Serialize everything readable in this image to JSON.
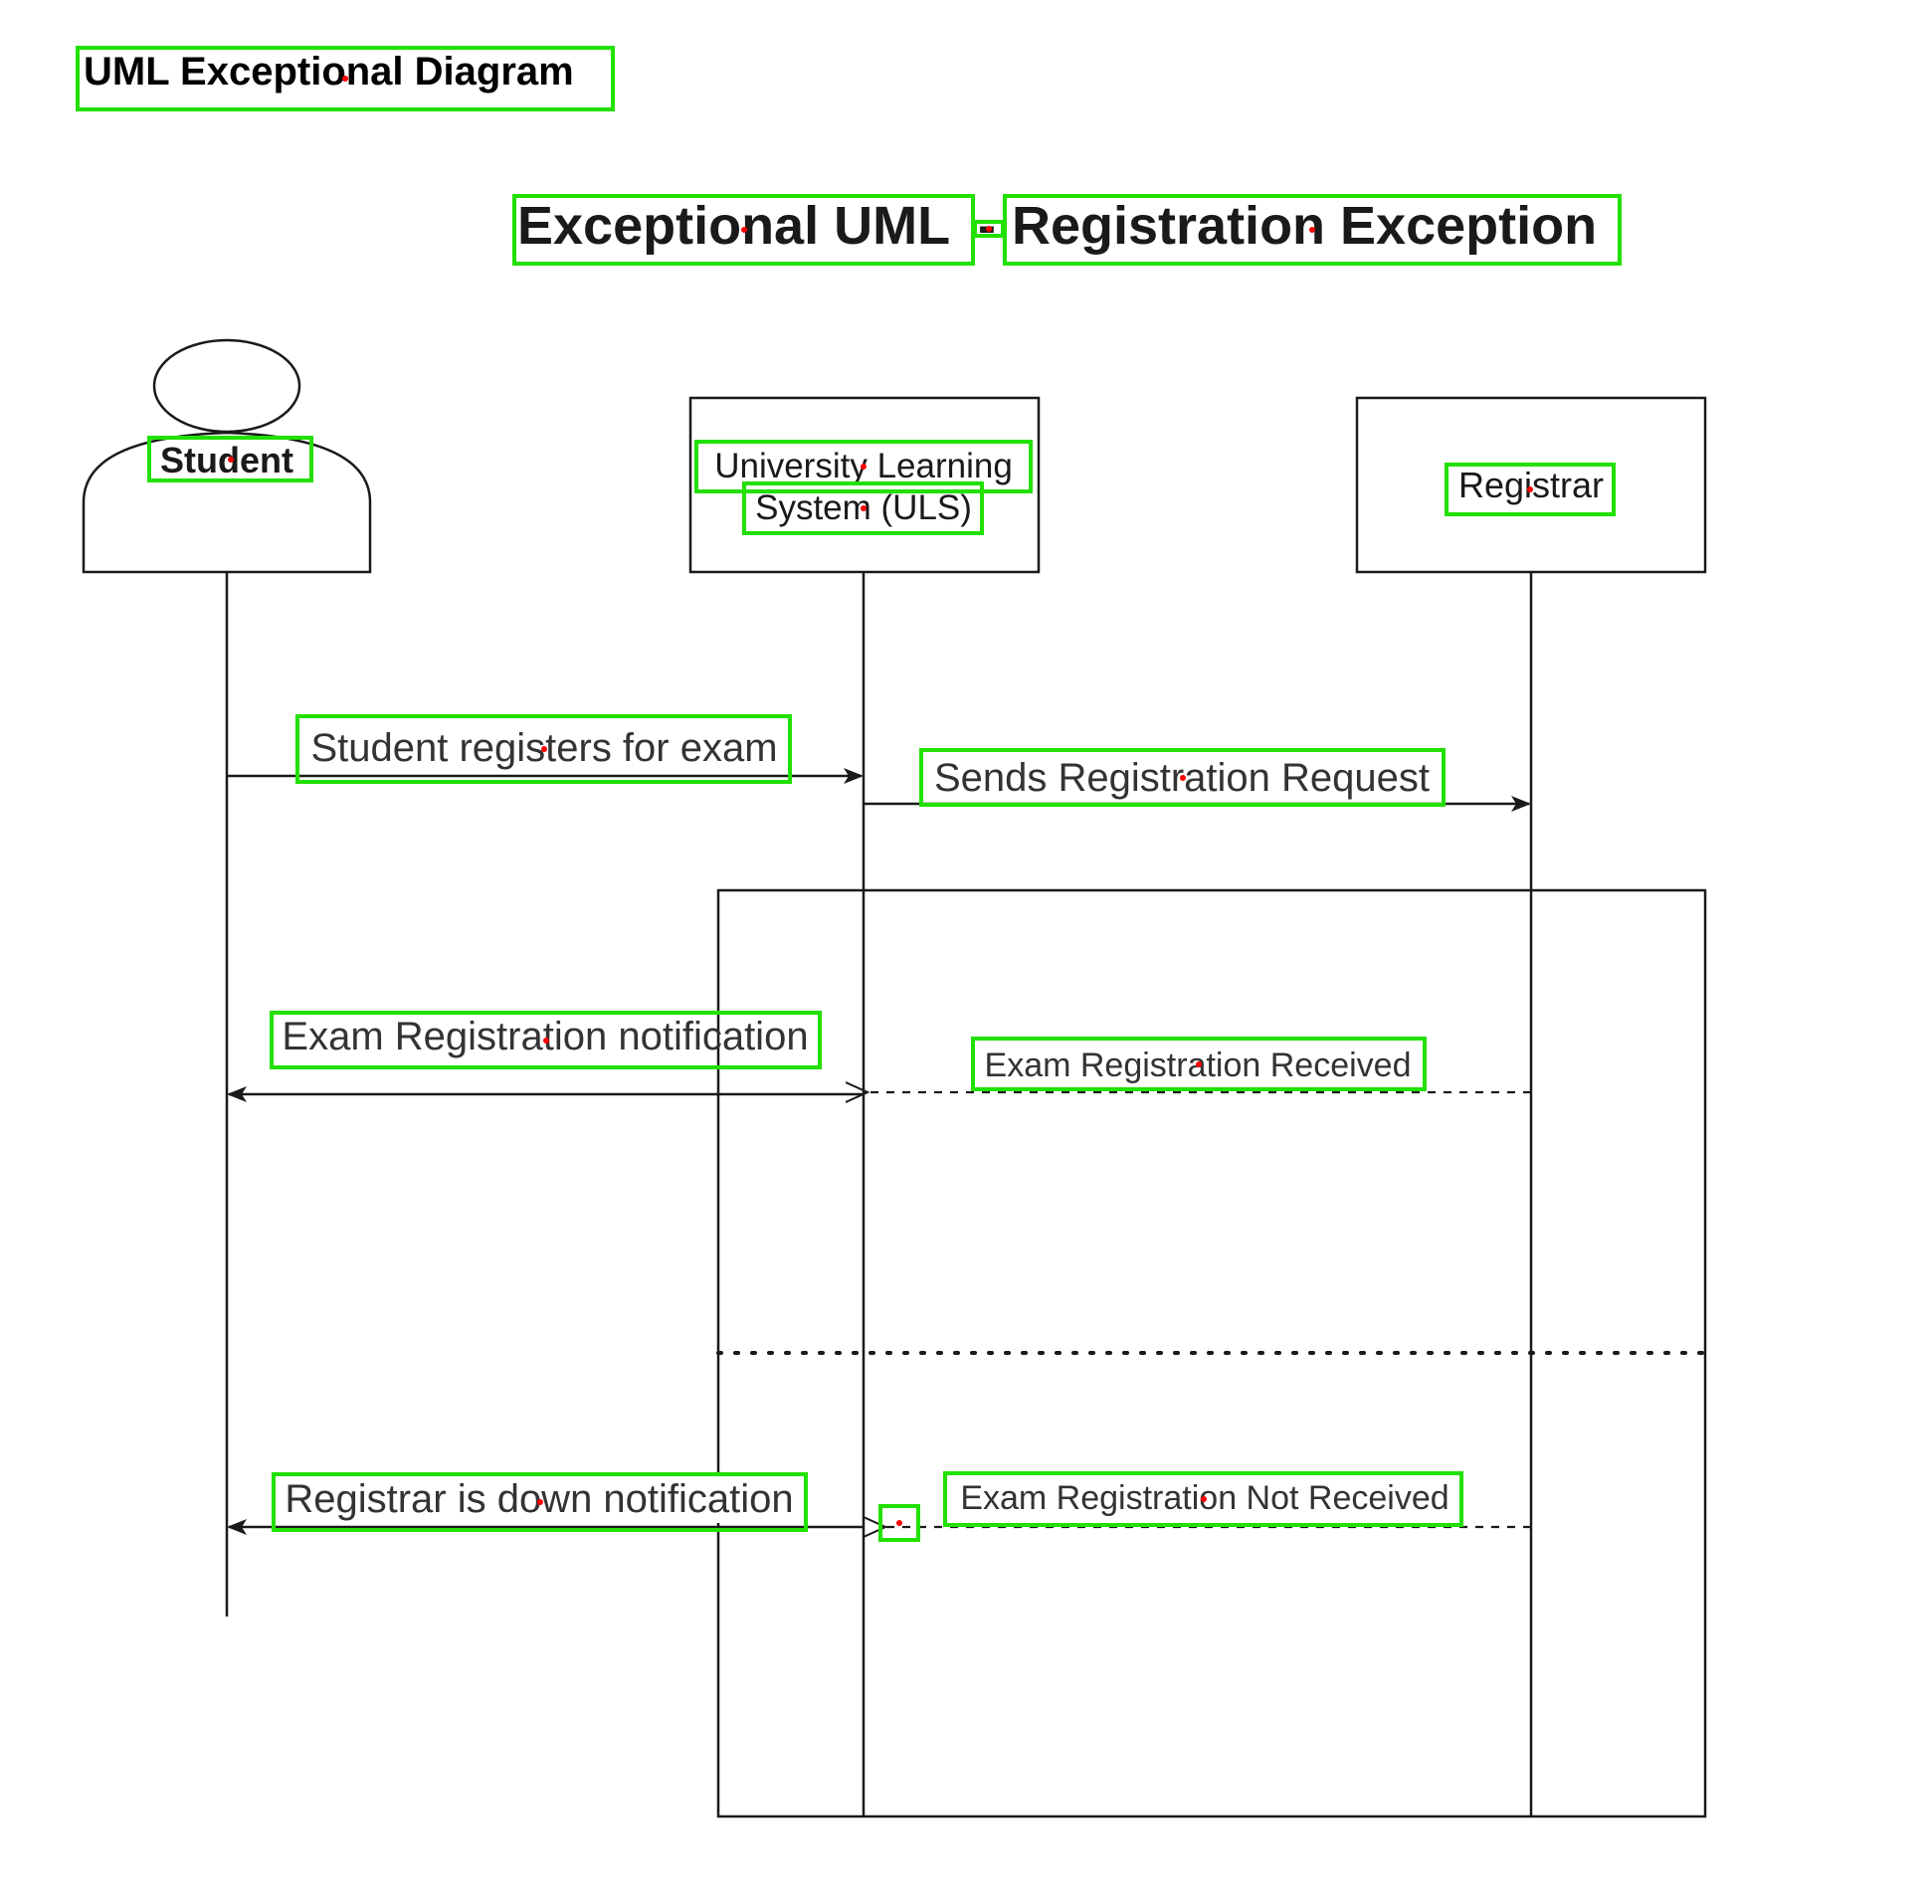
{
  "document": {
    "title": "UML Exceptional Diagram"
  },
  "diagram": {
    "heading_left": "Exceptional UML",
    "heading_separator": "-",
    "heading_right": "Registration Exception",
    "actors": [
      {
        "id": "student",
        "label": "Student",
        "kind": "actor-figure"
      },
      {
        "id": "uls",
        "label_line1": "University Learning",
        "label_line2": "System (ULS)",
        "kind": "box"
      },
      {
        "id": "registrar",
        "label": "Registrar",
        "kind": "box"
      }
    ],
    "messages": [
      {
        "from": "student",
        "to": "uls",
        "label": "Student registers for exam",
        "style": "solid"
      },
      {
        "from": "uls",
        "to": "registrar",
        "label": "Sends Registration Request",
        "style": "solid"
      },
      {
        "from": "registrar",
        "to": "uls",
        "label": "Exam Registration Received",
        "style": "dashed-return"
      },
      {
        "from": "uls",
        "to": "student",
        "label": "Exam Registration notification",
        "style": "solid"
      },
      {
        "from": "registrar",
        "to": "uls",
        "label": "Exam Registration Not Received",
        "style": "dashed-return"
      },
      {
        "from": "uls",
        "to": "student",
        "label": "Registrar is down notification",
        "style": "solid"
      }
    ],
    "fragment": {
      "kind": "alt",
      "operand_count": 2
    }
  },
  "colors": {
    "line": "#1a1a1a",
    "annotation": "#22e000",
    "annotation_dot": "#ff0000",
    "background": "#ffffff"
  }
}
